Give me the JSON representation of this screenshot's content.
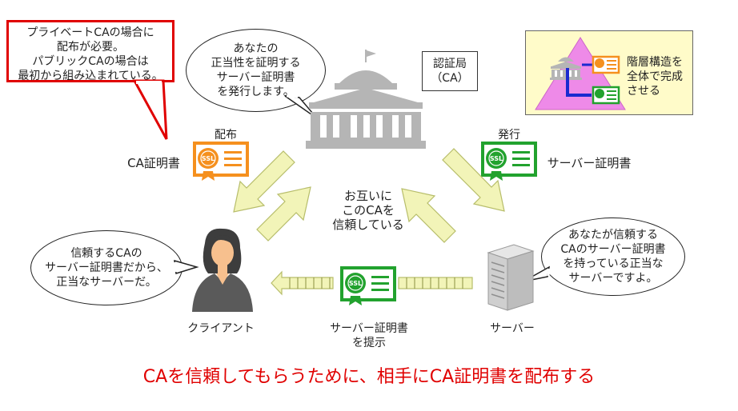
{
  "note_private_ca": "プライベートCAの場合に\n配布が必要。\nパブリックCAの場合は\n最初から組み込まれている。",
  "bubble_ca": "あなたの\n正当性を証明する\nサーバー証明書\nを発行します。",
  "ca_label": "認証局\n（CA）",
  "legend_text": "階層構造を\n全体で完成\nさせる",
  "distribute_label": "配布",
  "ca_cert_label": "CA証明書",
  "issue_label": "発行",
  "server_cert_label_top": "サーバー証明書",
  "mutual_trust": "お互いに\nこのCAを\n信頼している",
  "bubble_client": "信頼するCAの\nサーバー証明書だから、\n正当なサーバーだ。",
  "bubble_server": "あなたが信頼する\nCAのサーバー証明書\nを持っている正当な\nサーバーですよ。",
  "client_label": "クライアント",
  "present_label": "サーバー証明書\nを提示",
  "server_label": "サーバー",
  "ssl_text": "SSL",
  "footer": "CAを信頼してもらうために、相手にCA証明書を配布する",
  "colors": {
    "red": "#e00000",
    "orange": "#f5901e",
    "green": "#22a22e",
    "arrow_fill": "#f2f4b8",
    "arrow_stroke": "#b7bd6a",
    "building": "#b5b5b5"
  }
}
